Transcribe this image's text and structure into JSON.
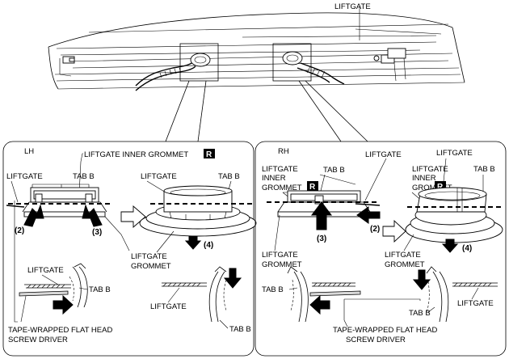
{
  "top": {
    "liftgate": "LIFTGATE"
  },
  "lh": {
    "side": "LH",
    "liftgate_top": "LIFTGATE",
    "tab_b_top": "TAB B",
    "inner_grommet": "LIFTGATE INNER GROMMET",
    "badge": "R",
    "liftgate_right": "LIFTGATE",
    "tab_b_right": "TAB B",
    "step2": "(2)",
    "step3": "(3)",
    "step4": "(4)",
    "grommet_line1": "LIFTGATE",
    "grommet_line2": "GROMMET",
    "liftgate_detail": "LIFTGATE",
    "tab_b_detail": "TAB B",
    "liftgate_detail2": "LIFTGATE",
    "tab_b_detail2": "TAB B",
    "tool_line1": "TAPE-WRAPPED FLAT HEAD",
    "tool_line2": "SCREW DRIVER"
  },
  "rh": {
    "side": "RH",
    "liftgate_top": "LIFTGATE",
    "inner_line1": "LIFTGATE",
    "inner_line2": "INNER",
    "inner_line3": "GROMMET",
    "badge": "R",
    "tab_b_top": "TAB B",
    "liftgate_right": "LIFTGATE",
    "inner_r_line1": "LIFTGATE",
    "inner_r_line2": "INNER",
    "inner_r_line3": "GROMMET",
    "badge2": "R",
    "tab_b_right": "TAB B",
    "step2": "(2)",
    "step3": "(3)",
    "step4": "(4)",
    "grommet_line1": "LIFTGATE",
    "grommet_line2": "GROMMET",
    "grommet_r_line1": "LIFTGATE",
    "grommet_r_line2": "GROMMET",
    "tab_b_detail": "TAB B",
    "tab_b_detail2": "TAB B",
    "liftgate_detail": "LIFTGATE",
    "tool_line1": "TAPE-WRAPPED FLAT HEAD",
    "tool_line2": "SCREW DRIVER"
  }
}
